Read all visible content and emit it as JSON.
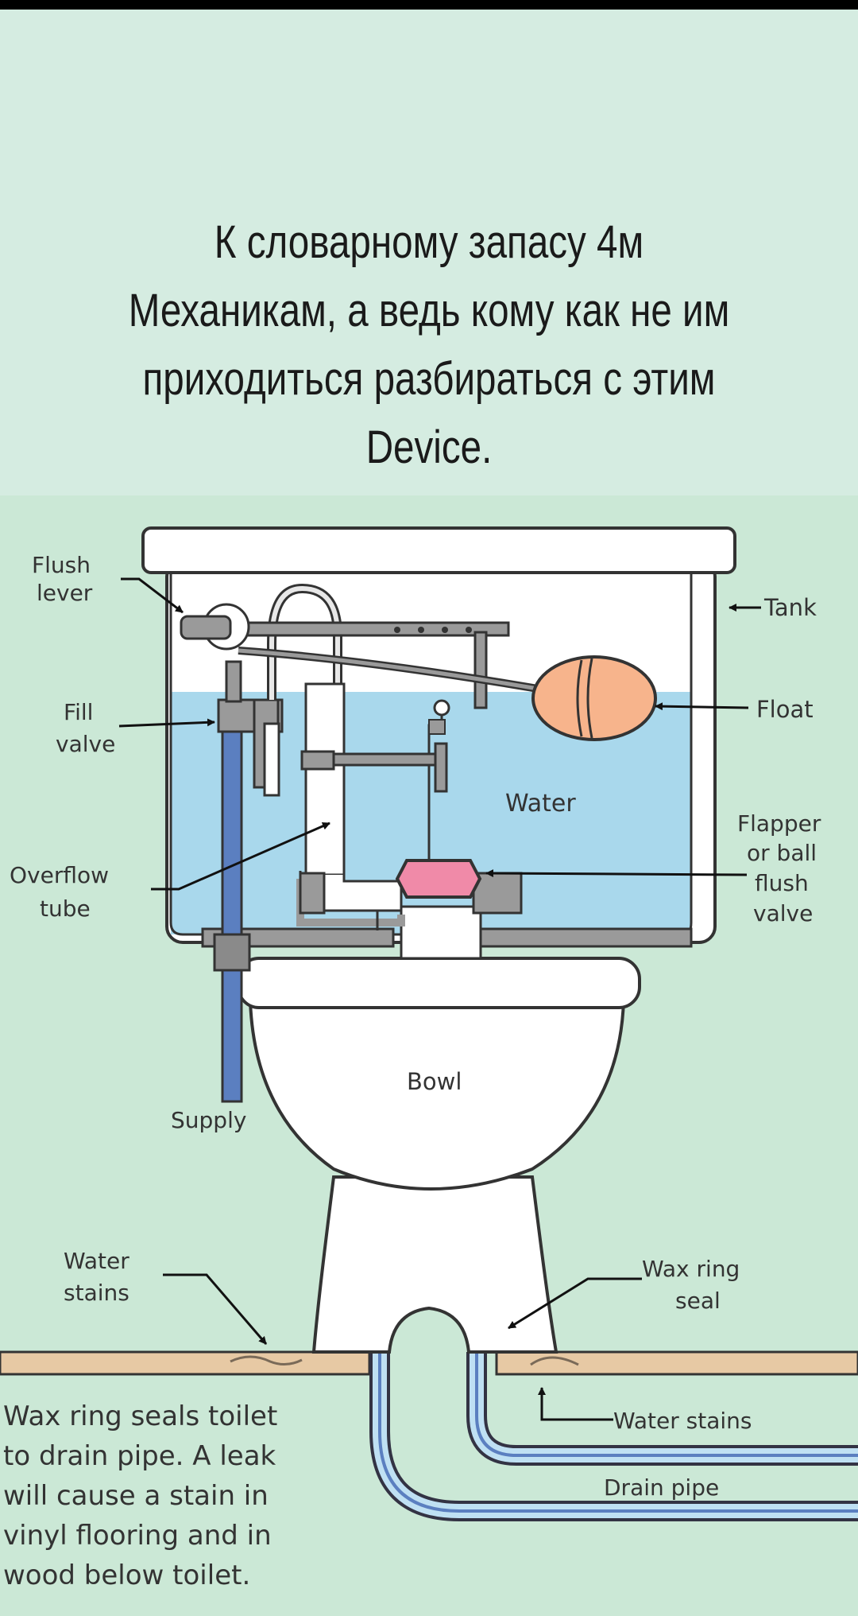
{
  "caption": {
    "lines": [
      "К словарному запасу 4м",
      "Механикам, а ведь кому как не им",
      "приходиться разбираться с этим",
      "Device."
    ]
  },
  "labels": {
    "flush_lever": [
      "Flush",
      "lever"
    ],
    "tank": "Tank",
    "fill_valve": [
      "Fill",
      "valve"
    ],
    "float": "Float",
    "water": "Water",
    "flapper": [
      "Flapper",
      "or ball",
      "flush",
      "valve"
    ],
    "overflow_tube": [
      "Overflow",
      "tube"
    ],
    "bowl": "Bowl",
    "supply": "Supply",
    "water_stains_left": [
      "Water",
      "stains"
    ],
    "wax_ring_seal": [
      "Wax ring",
      "seal"
    ],
    "water_stains_right": "Water stains",
    "drain_pipe": "Drain pipe",
    "note": [
      "Wax ring seals toilet",
      "to drain pipe.  A leak",
      "will cause a stain in",
      "vinyl flooring and in",
      "wood below toilet."
    ]
  },
  "colors": {
    "water": "#a9d8ec",
    "float": "#f7b48c",
    "flapper": "#f08aa8",
    "pipe": "#5b7fc0",
    "floor": "#e7c9a4",
    "wax": "#f3e06a"
  }
}
